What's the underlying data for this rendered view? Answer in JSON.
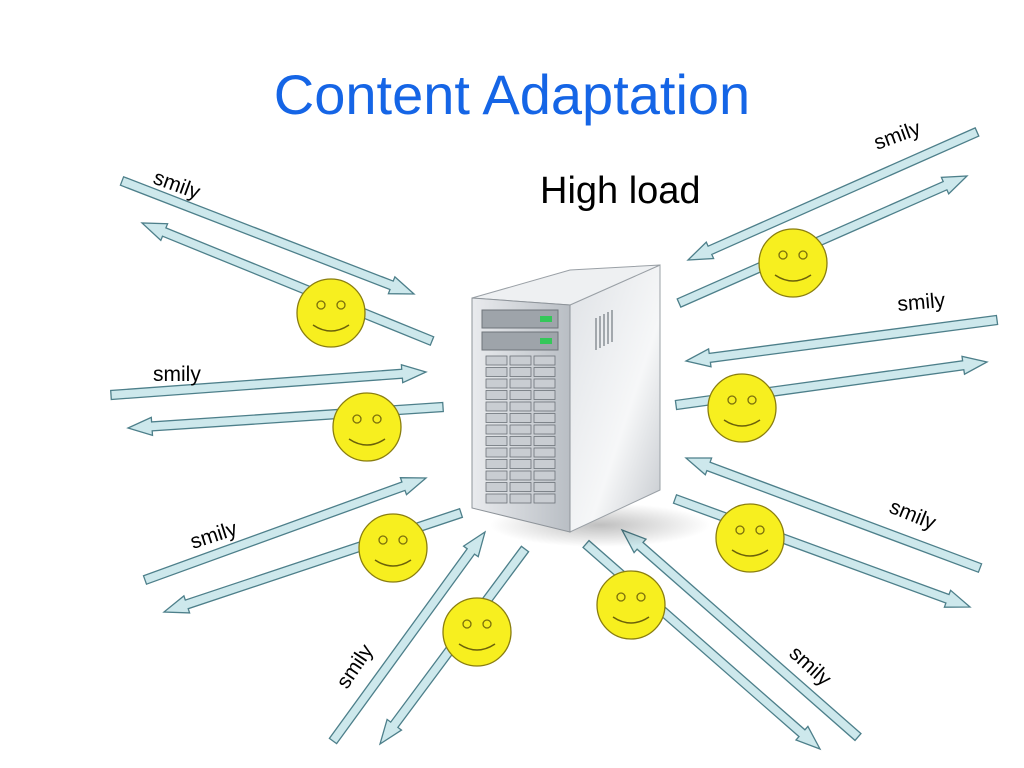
{
  "title": "Content Adaptation",
  "subtitle": "High load",
  "client_label": "smily",
  "colors": {
    "title": "#1565e6",
    "arrow_fill": "#cde8ec",
    "arrow_stroke": "#4d7f8a",
    "face_fill": "#f7ef1f",
    "face_stroke": "#8a7e10",
    "server_body": "#d7dade"
  },
  "icons": [
    "server-icon",
    "smiley-face-icon"
  ],
  "clients": [
    {
      "id": "upper-left",
      "label": "smily"
    },
    {
      "id": "middle-left",
      "label": "smily"
    },
    {
      "id": "lower-left",
      "label": "smily"
    },
    {
      "id": "bottom-left",
      "label": "smily"
    },
    {
      "id": "bottom-right",
      "label": "smily"
    },
    {
      "id": "lower-right",
      "label": "smily"
    },
    {
      "id": "middle-right",
      "label": "smily"
    },
    {
      "id": "upper-right",
      "label": "smily"
    }
  ]
}
